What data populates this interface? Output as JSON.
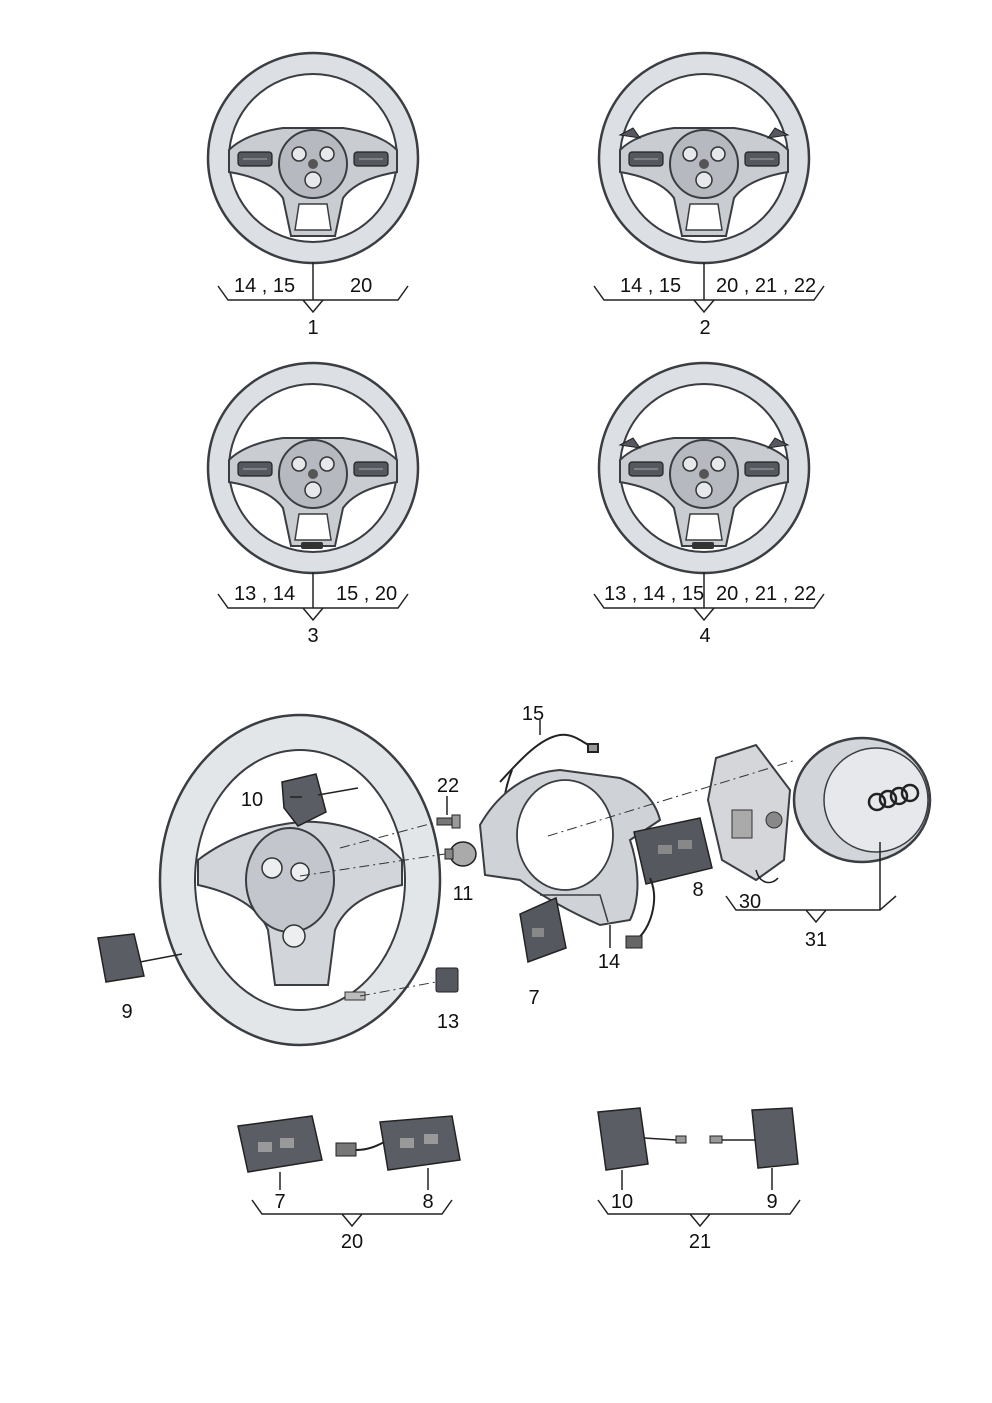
{
  "top_wheels": [
    {
      "left": "14 , 15",
      "right": "20",
      "number": "1"
    },
    {
      "left": "14 , 15",
      "right": "20 , 21 , 22",
      "number": "2"
    },
    {
      "left": "13 , 14",
      "right": "15 , 20",
      "number": "3"
    },
    {
      "left": "13 , 14 , 15",
      "right": "20 , 21 , 22",
      "number": "4"
    }
  ],
  "exploded_view": {
    "callouts": {
      "p15": "15",
      "p22": "22",
      "p10": "10",
      "p11": "11",
      "p8": "8",
      "p30": "30",
      "p31": "31",
      "p14": "14",
      "p9": "9",
      "p7": "7",
      "p13": "13"
    }
  },
  "sub_assemblies": [
    {
      "left": "7",
      "right": "8",
      "number": "20"
    },
    {
      "left": "10",
      "right": "9",
      "number": "21"
    }
  ],
  "logo_mark": "audi-four-rings"
}
